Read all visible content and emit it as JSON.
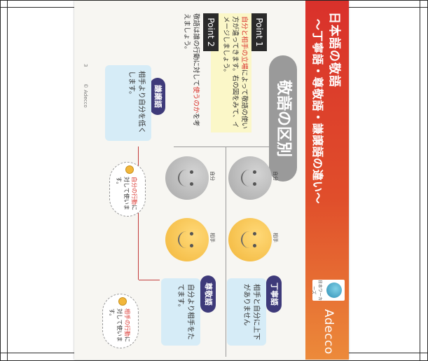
{
  "banner": {
    "title": "日本語の敬語",
    "subtitle": "〜丁寧語・尊敬語・謙譲語の違い〜",
    "brand": "Adecco",
    "logo_text": "日本ワーカーズ"
  },
  "heading": "敬語の区別",
  "point1": {
    "tag": "Point 1",
    "text_pre": "",
    "text_hl": "自分と相手の立場",
    "text_post": "によって敬語の使い方が違ってきます。右の図をみて、イメージしましょう。"
  },
  "point2": {
    "tag": "Point 2",
    "text_pre": "敬語は誰の行動に対して",
    "text_hl": "使うのか",
    "text_post": "を考えましょう。"
  },
  "teineigo": {
    "label": "丁寧語",
    "text": "相手と自分に上下がありません"
  },
  "sonkeigo": {
    "label": "尊敬語",
    "text": "自分より相手をたてます。"
  },
  "kenjougo": {
    "label": "謙譲語",
    "text": "相手より自分を低くします。"
  },
  "faces": {
    "self_label": "自分",
    "other_label": "相手"
  },
  "clouds": {
    "self_hl": "自分の行動",
    "self_text": "に対して使います。",
    "other_hl": "相手の行動",
    "other_text": "に対して使います。"
  },
  "footer": {
    "page_mark": "3",
    "copyright": "© Adecco"
  },
  "colors": {
    "banner_start": "#d9312b",
    "banner_end": "#ec8a3a",
    "pill": "#3e3a7a",
    "highlight": "#d9312b",
    "face_gray": "#b0b0b0",
    "face_yellow": "#f2b63a"
  }
}
